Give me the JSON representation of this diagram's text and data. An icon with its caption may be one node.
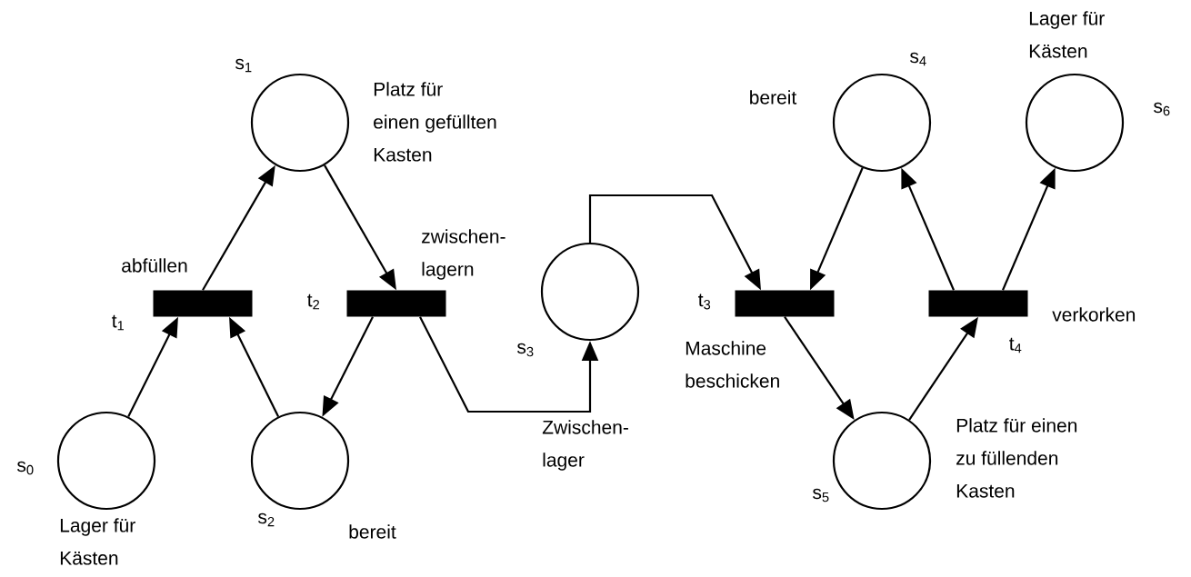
{
  "diagram": {
    "nodes": [
      {
        "text": [],
        "shape": "circle",
        "beside": [
          "s$_{0}$",
          "Lager für Kästen"
        ]
      },
      {
        "text": [],
        "shape": "circle",
        "beside": [
          "s$_{1}$",
          "Platz für einen gefüllten Kasten"
        ]
      },
      {
        "text": [],
        "shape": "circle",
        "beside": [
          "s$_{2}$",
          "bereit"
        ]
      },
      {
        "text": [],
        "shape": "circle",
        "beside": [
          "s$_{3}$",
          "Zwischen- lager"
        ]
      },
      {
        "text": [],
        "shape": "circle",
        "beside": [
          "s$_{4}$",
          "bereit"
        ]
      },
      {
        "text": [],
        "shape": "circle",
        "beside": [
          "s$_{5}$",
          "Platz für einen zu füllenden Kasten"
        ]
      },
      {
        "text": [],
        "shape": "circle",
        "beside": [
          "s$_{6}$",
          "Lager für Kästen"
        ]
      },
      {
        "text": [],
        "shape": "bar",
        "beside": [
          "t$_{1}$",
          "abfüllen"
        ]
      },
      {
        "text": [],
        "shape": "bar",
        "beside": [
          "t$_{2}$",
          "zwischen- lagern"
        ]
      },
      {
        "text": [],
        "shape": "bar",
        "beside": [
          "t$_{3}$",
          "Maschine beschicken"
        ]
      },
      {
        "text": [],
        "shape": "bar",
        "beside": [
          "t$_{4}$",
          "verkorken"
        ]
      }
    ],
    "edges": [
      {
        "from": 0,
        "to": 7,
        "arrow": "to"
      },
      {
        "from": 7,
        "to": 1,
        "arrow": "to"
      },
      {
        "from": 1,
        "to": 8,
        "arrow": "to"
      },
      {
        "from": 8,
        "to": 2,
        "arrow": "to"
      },
      {
        "from": 2,
        "to": 7,
        "arrow": "to"
      },
      {
        "from": 8,
        "to": 3,
        "arrow": "to"
      },
      {
        "from": 3,
        "to": 9,
        "arrow": "to"
      },
      {
        "from": 4,
        "to": 9,
        "arrow": "to"
      },
      {
        "from": 9,
        "to": 5,
        "arrow": "to"
      },
      {
        "from": 5,
        "to": 10,
        "arrow": "to"
      },
      {
        "from": 10,
        "to": 4,
        "arrow": "to"
      },
      {
        "from": 10,
        "to": 6,
        "arrow": "to"
      }
    ]
  }
}
